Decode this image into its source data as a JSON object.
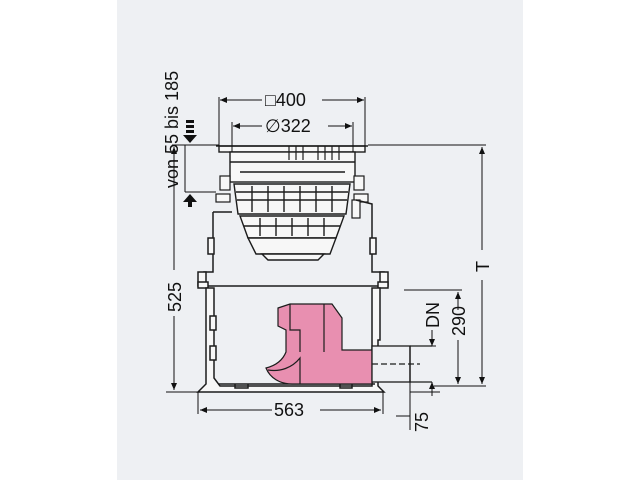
{
  "dimensions": {
    "square_width": "400",
    "diameter": "322",
    "adjustment_range": "von 55 bis 185",
    "total_height": "525",
    "base_width": "563",
    "outlet_height": "290",
    "outlet_label": "DN",
    "depth_label": "T",
    "outlet_offset": "75"
  },
  "colors": {
    "background": "#ffffff",
    "panel": "#eef0f3",
    "outline": "#1c1c1c",
    "body_fill": "#f7f7f7",
    "insert_fill": "#e88fb0",
    "pipe_fill": "#eef0f3"
  }
}
